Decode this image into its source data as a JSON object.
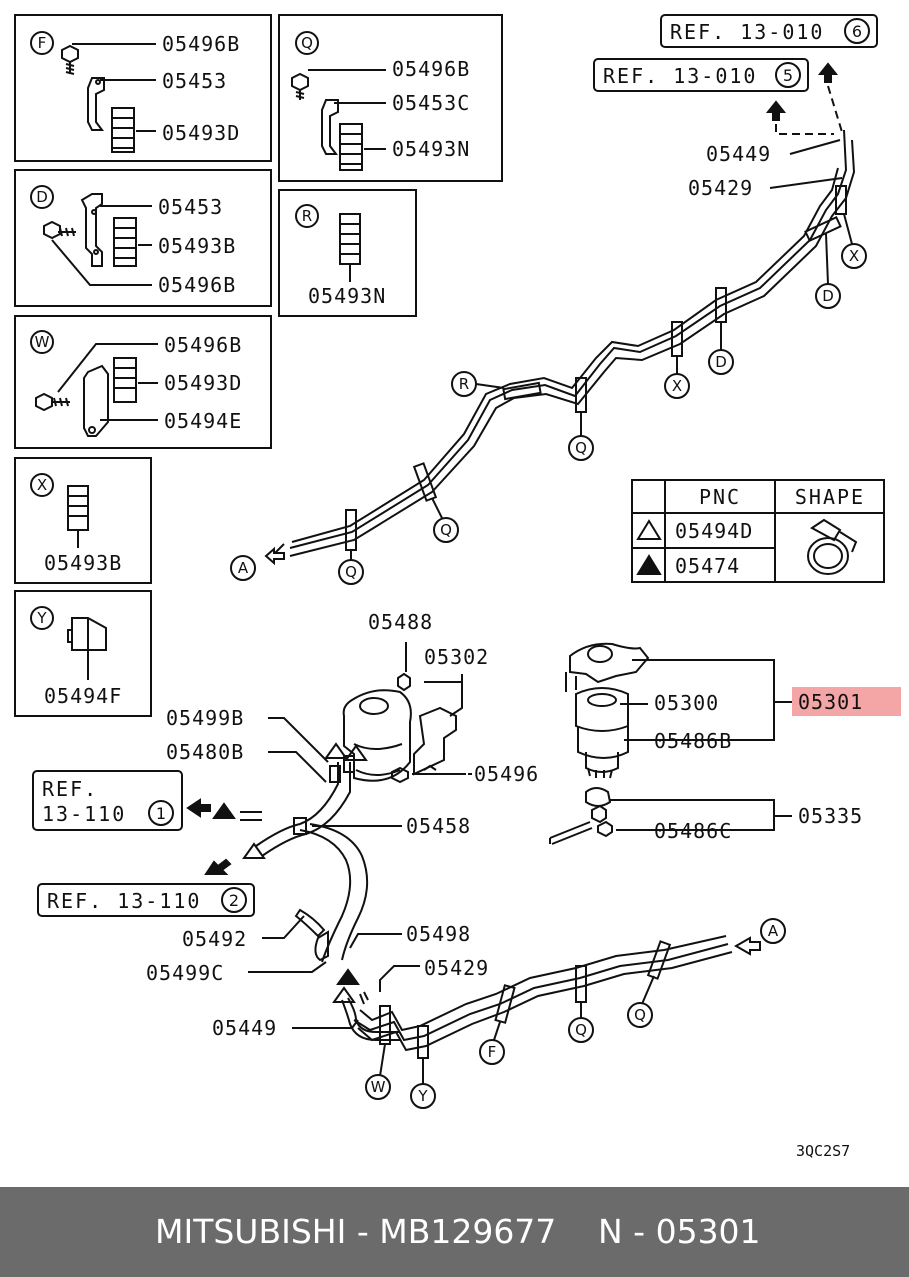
{
  "boxes": {
    "f": {
      "letter": "F",
      "parts": [
        "05496B",
        "05453",
        "05493D"
      ]
    },
    "q": {
      "letter": "Q",
      "parts": [
        "05496B",
        "05453C",
        "05493N"
      ]
    },
    "d": {
      "letter": "D",
      "parts": [
        "05453",
        "05493B",
        "05496B"
      ]
    },
    "r": {
      "letter": "R",
      "parts": [
        "05493N"
      ]
    },
    "w": {
      "letter": "W",
      "parts": [
        "05496B",
        "05493D",
        "05494E"
      ]
    },
    "x": {
      "letter": "X",
      "parts": [
        "05493B"
      ]
    },
    "y": {
      "letter": "Y",
      "parts": [
        "05494F"
      ]
    }
  },
  "refs": {
    "ref6": {
      "text": "REF. 13-010",
      "num": "6"
    },
    "ref5": {
      "text": "REF. 13-010",
      "num": "5"
    },
    "ref1_l1": "REF.",
    "ref1_l2": "13-110",
    "ref1_num": "1",
    "ref2": {
      "text": "REF. 13-110",
      "num": "2"
    }
  },
  "upper_parts": {
    "p05449": "05449",
    "p05429": "05429"
  },
  "clamp_letters": [
    "X",
    "D",
    "D",
    "X",
    "Q",
    "R",
    "Q",
    "Q",
    "A"
  ],
  "table": {
    "header_pnc": "PNC",
    "header_shape": "SHAPE",
    "row1_pnc": "05494D",
    "row2_pnc": "05474"
  },
  "filter_parts": {
    "p05488": "05488",
    "p05302": "05302",
    "p05499b": "05499B",
    "p05480b": "05480B",
    "p05496": "05496",
    "p05458": "05458",
    "p05492": "05492",
    "p05498": "05498",
    "p05499c": "05499C",
    "p05429": "05429",
    "p05449": "05449",
    "p05300": "05300",
    "p05486b": "05486B",
    "p05301": "05301",
    "p05335": "05335",
    "p05486c": "05486C"
  },
  "lower_clamps": [
    "A",
    "Q",
    "Q",
    "F",
    "W",
    "Y"
  ],
  "code": "3QC2S7",
  "colors": {
    "highlight": "#f4a6a6",
    "footer_bg": "#6b6b6b"
  },
  "footer": {
    "brand": "MITSUBISHI - MB129677",
    "pn": "N - 05301"
  }
}
